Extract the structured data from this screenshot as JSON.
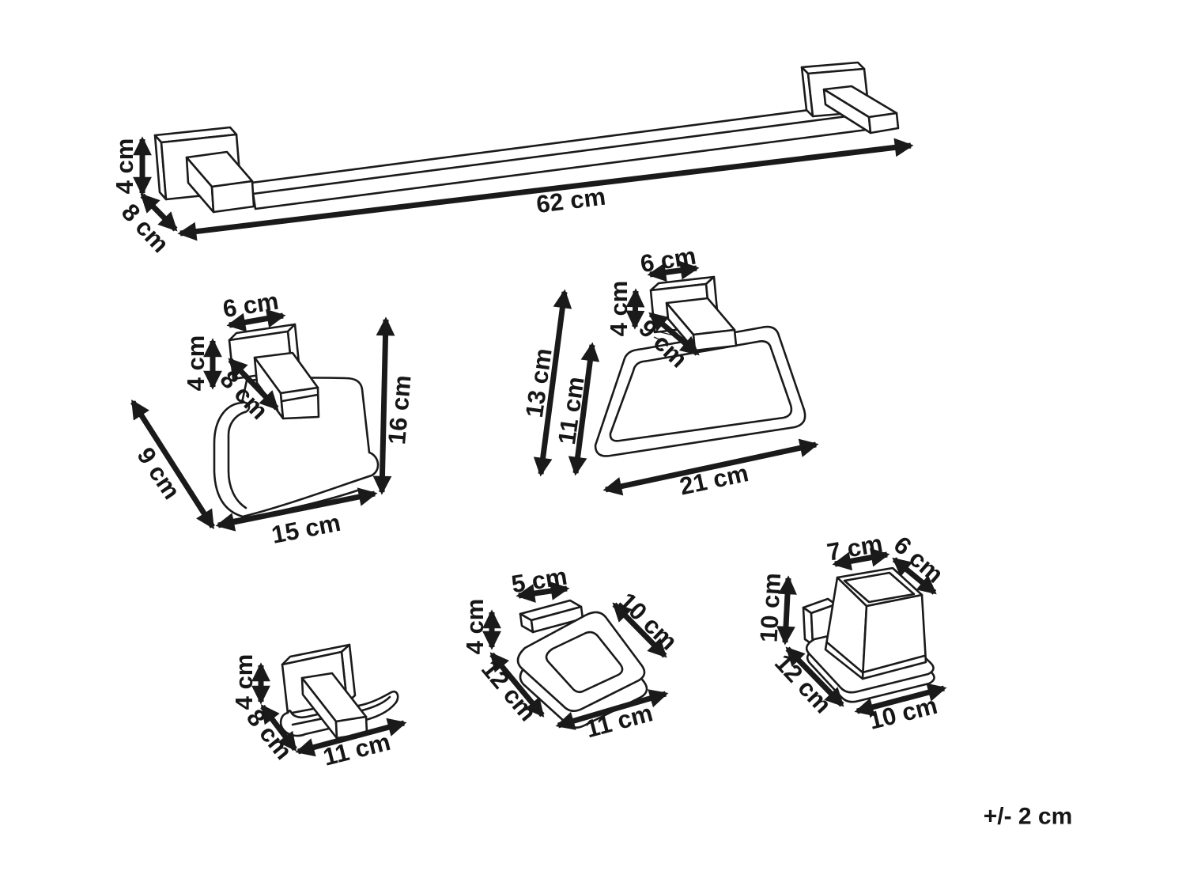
{
  "diagram": {
    "tolerance": "+/- 2 cm",
    "towel_bar": {
      "height": "4 cm",
      "depth": "8 cm",
      "width": "62 cm"
    },
    "toilet_roll_holder": {
      "plate_width": "6 cm",
      "plate_height": "4 cm",
      "arm_depth": "8 cm",
      "height": "16 cm",
      "depth": "9 cm",
      "width": "15 cm"
    },
    "towel_ring": {
      "plate_width": "6 cm",
      "plate_height": "4 cm",
      "arm_depth": "9 cm",
      "height": "13 cm",
      "ring_height": "11 cm",
      "width": "21 cm"
    },
    "robe_hook": {
      "plate_height": "4 cm",
      "depth": "8 cm",
      "width": "11 cm"
    },
    "soap_dish": {
      "bracket_width": "5 cm",
      "height": "4 cm",
      "depth": "10 cm",
      "base_depth": "12 cm",
      "width": "11 cm"
    },
    "tumbler_holder": {
      "cup_width": "7 cm",
      "cup_depth": "6 cm",
      "height": "10 cm",
      "base_depth": "12 cm",
      "base_width": "10 cm"
    }
  }
}
